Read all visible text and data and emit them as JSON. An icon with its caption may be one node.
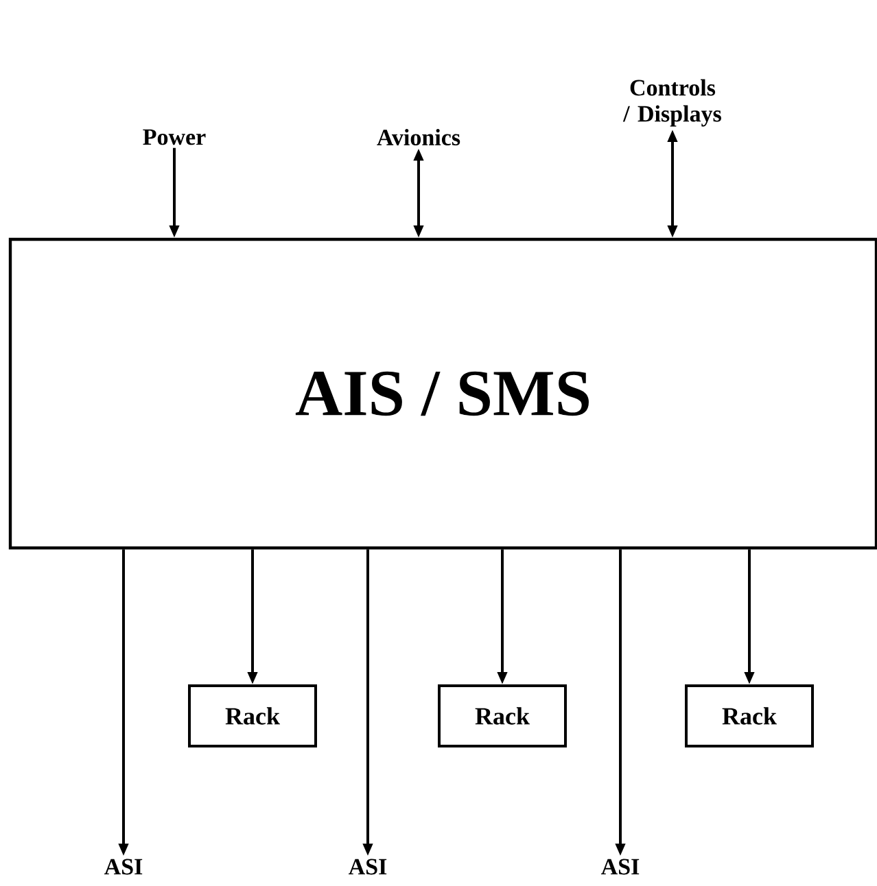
{
  "diagram": {
    "nodes": [
      {
        "text": [
          "Power"
        ]
      },
      {
        "text": [
          "Avionics"
        ]
      },
      {
        "text": [
          "Controls / Displays"
        ]
      },
      {
        "text": [
          "AIS / SMS"
        ]
      },
      {
        "text": [
          "Rack"
        ]
      },
      {
        "text": [
          "Rack"
        ]
      },
      {
        "text": [
          "Rack"
        ]
      },
      {
        "text": [
          "ASI"
        ]
      },
      {
        "text": [
          "ASI"
        ]
      },
      {
        "text": [
          "ASI"
        ]
      }
    ],
    "edges": [
      {
        "from": 0,
        "to": 3,
        "arrow": "to"
      },
      {
        "from": 3,
        "to": 1,
        "arrow": "both"
      },
      {
        "from": 3,
        "to": 2,
        "arrow": "both"
      },
      {
        "from": 3,
        "to": 4,
        "arrow": "to"
      },
      {
        "from": 3,
        "to": 5,
        "arrow": "to"
      },
      {
        "from": 3,
        "to": 6,
        "arrow": "to"
      },
      {
        "from": 3,
        "to": 7,
        "arrow": "to"
      },
      {
        "from": 3,
        "to": 8,
        "arrow": "to"
      },
      {
        "from": 3,
        "to": 9,
        "arrow": "to"
      }
    ]
  }
}
